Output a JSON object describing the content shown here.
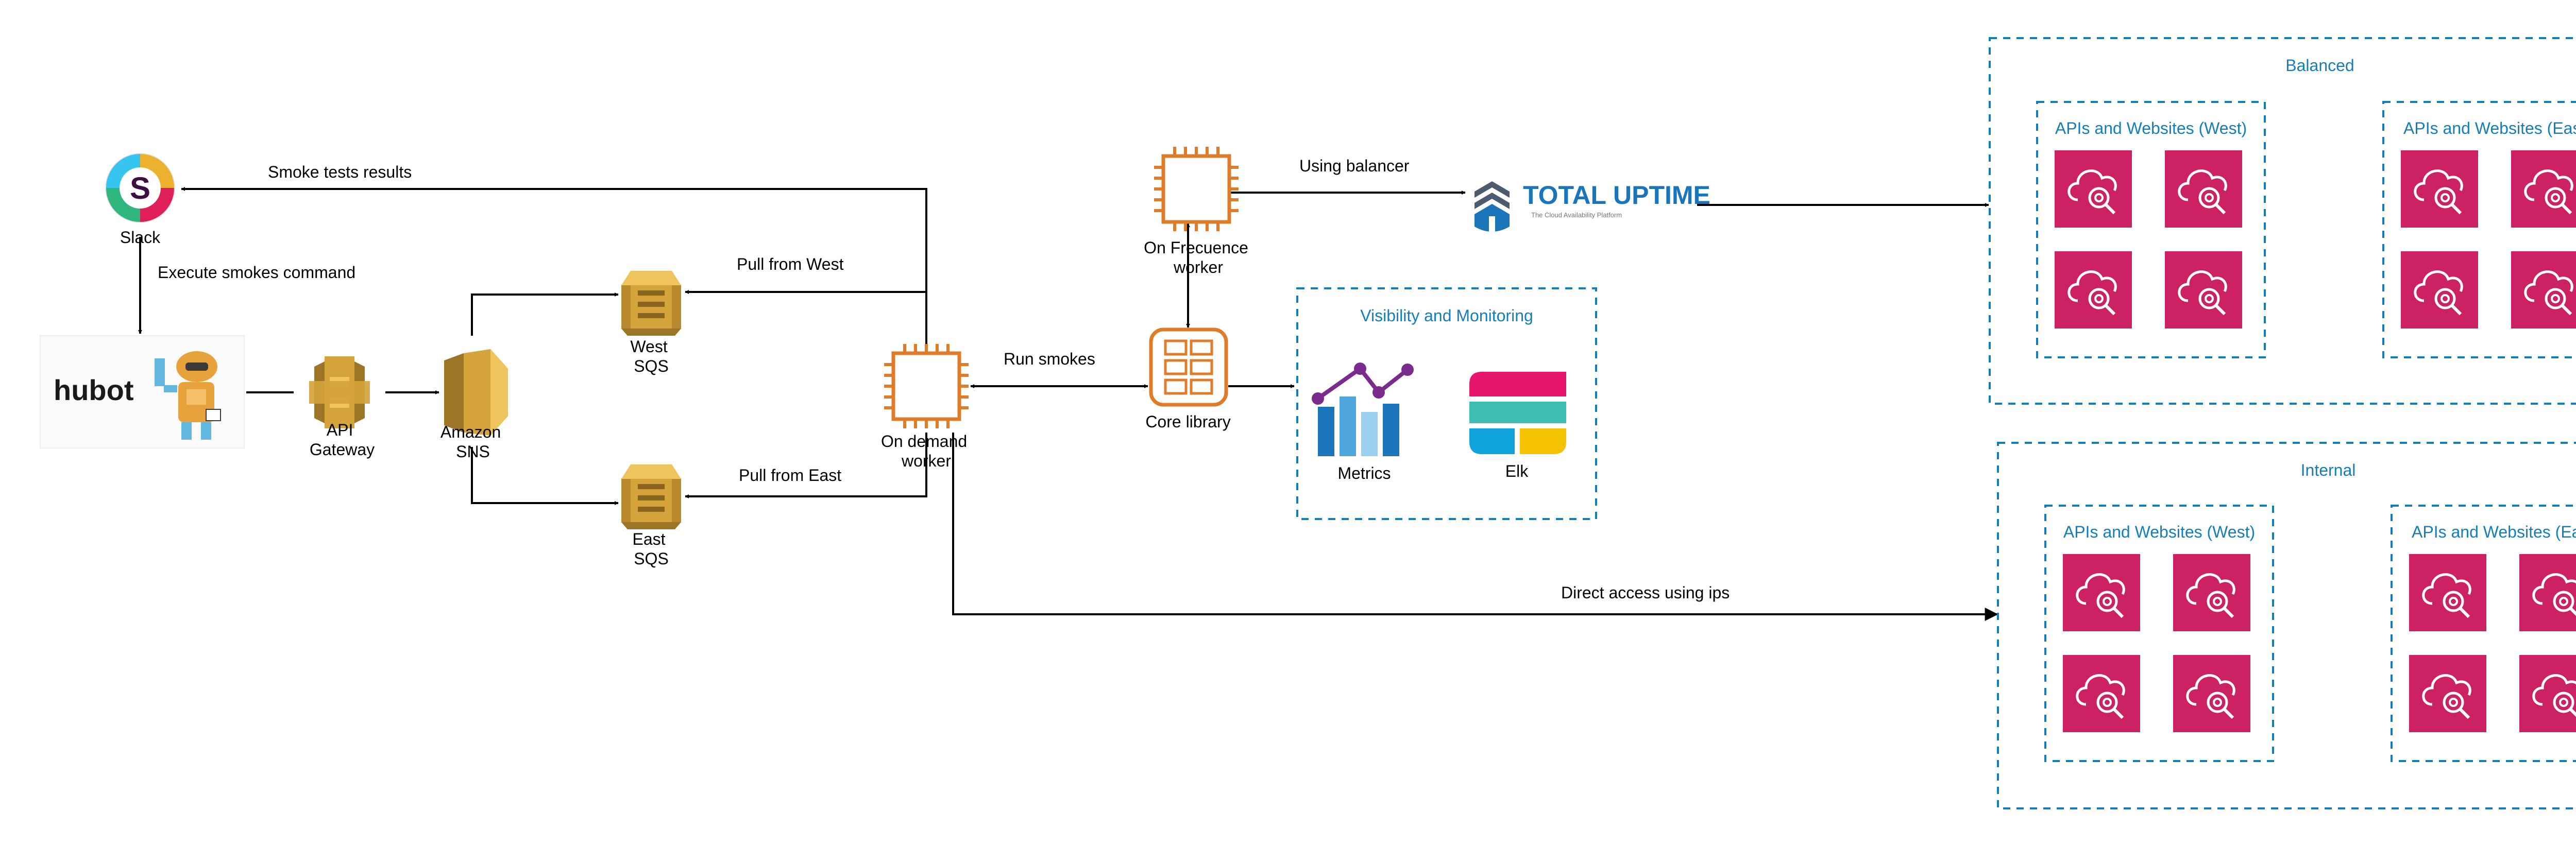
{
  "nodes": {
    "slack": "Slack",
    "api_gateway": [
      "API",
      "Gateway"
    ],
    "sns": [
      "Amazon",
      "SNS"
    ],
    "west_sqs": [
      "West",
      "SQS"
    ],
    "east_sqs": [
      "East",
      "SQS"
    ],
    "on_demand": [
      "On demand",
      "worker"
    ],
    "on_frecuence": [
      "On Frecuence",
      "worker"
    ],
    "core_library": "Core library",
    "metrics": "Metrics",
    "elk": "Elk",
    "hubot_logo": "hubot",
    "total_uptime": {
      "title": "TOTAL UPTIME",
      "tagline": "The Cloud Availability Platform"
    }
  },
  "edges": {
    "smoke_results": "Smoke tests results",
    "execute_smokes": "Execute smokes command",
    "pull_west": "Pull from West",
    "pull_east": "Pull from East",
    "run_smokes": "Run smokes",
    "using_balancer": "Using balancer",
    "direct_access": "Direct access using ips"
  },
  "groups": {
    "visibility": "Visibility and Monitoring",
    "balanced": "Balanced",
    "internal": "Internal",
    "apis_west": "APIs and Websites (West)",
    "apis_east": "APIs and Websites (East)"
  },
  "colors": {
    "aws_orange": "#E07B28",
    "aws_gold": "#D4A33A",
    "crimson": "#CC2264",
    "group_blue": "#147EBA"
  }
}
